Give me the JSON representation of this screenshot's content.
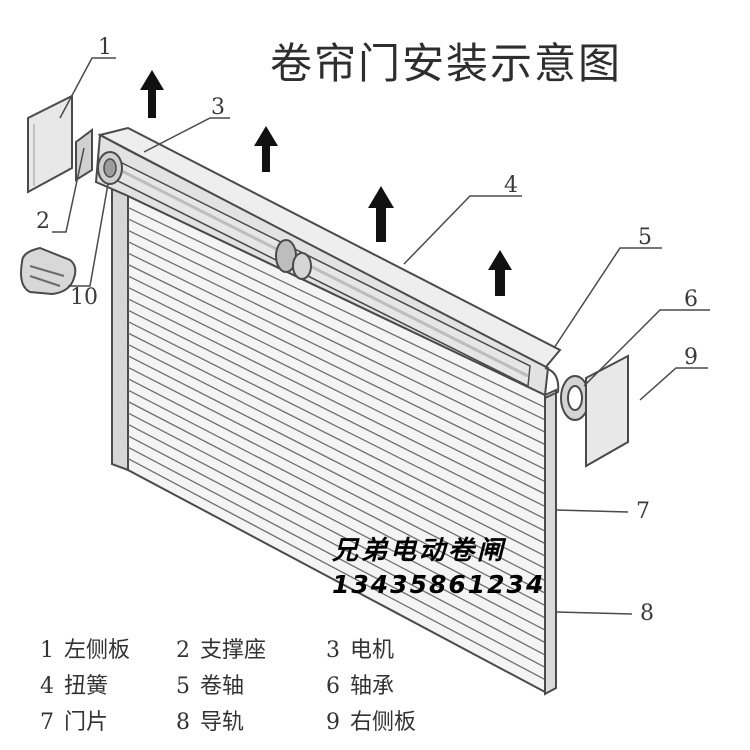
{
  "title": "卷帘门安装示意图",
  "callouts": [
    "1",
    "2",
    "3",
    "4",
    "5",
    "6",
    "9",
    "7",
    "8",
    "10"
  ],
  "watermark": {
    "name": "兄弟电动卷闸",
    "phone": "13435861234"
  },
  "legend": [
    {
      "num": "1",
      "label": "左侧板"
    },
    {
      "num": "2",
      "label": "支撑座"
    },
    {
      "num": "3",
      "label": "电机"
    },
    {
      "num": "4",
      "label": "扭簧"
    },
    {
      "num": "5",
      "label": "卷轴"
    },
    {
      "num": "6",
      "label": "轴承"
    },
    {
      "num": "7",
      "label": "门片"
    },
    {
      "num": "8",
      "label": "导轨"
    },
    {
      "num": "9",
      "label": "右侧板"
    }
  ],
  "colors": {
    "line": "#4a4a4a",
    "rail": "#d9d9d9",
    "panel": "#f4f4f4",
    "shaft": "#e4e4e4",
    "arrow": "#111111"
  }
}
